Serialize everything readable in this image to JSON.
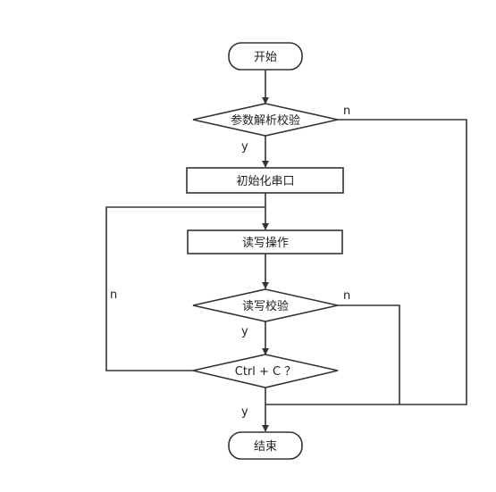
{
  "flowchart": {
    "nodes": {
      "start": "开始",
      "parse_check": "参数解析校验",
      "init_serial": "初始化串口",
      "rw_op": "读写操作",
      "rw_check": "读写校验",
      "ctrl_c": "Ctrl + C ？",
      "end": "结束"
    },
    "edge_labels": {
      "parse_no": "n",
      "parse_yes": "y",
      "rw_check_no": "n",
      "rw_check_yes": "y",
      "ctrl_c_no": "n",
      "ctrl_c_yes": "y"
    }
  }
}
